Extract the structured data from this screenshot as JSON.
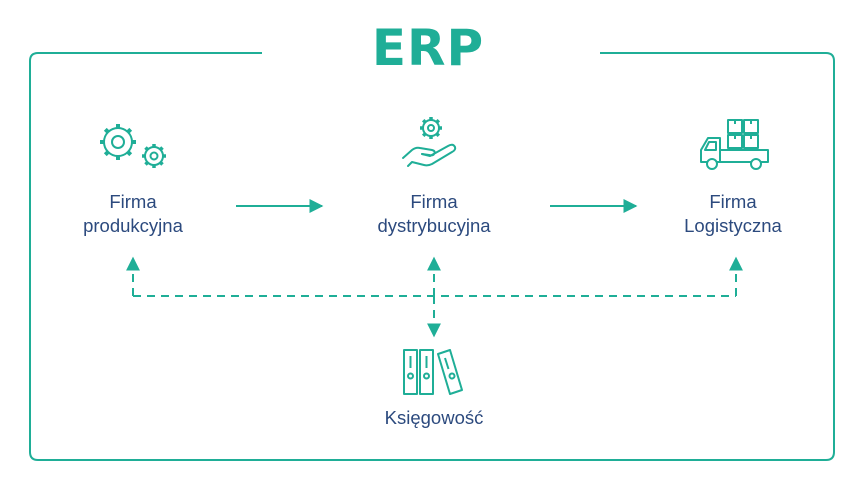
{
  "title": "ERP",
  "colors": {
    "accent": "#1fae97",
    "text": "#2c4a7e"
  },
  "nodes": [
    {
      "line1": "Firma",
      "line2": "produkcyjna",
      "icon": "gears-icon"
    },
    {
      "line1": "Firma",
      "line2": "dystrybucyjna",
      "icon": "hand-gear-icon"
    },
    {
      "line1": "Firma",
      "line2": "Logistyczna",
      "icon": "delivery-truck-icon"
    }
  ],
  "accounting": {
    "label": "Księgowość",
    "icon": "binders-icon"
  }
}
